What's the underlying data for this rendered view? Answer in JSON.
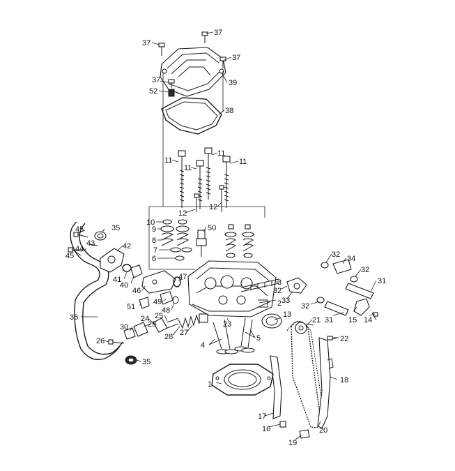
{
  "diagram": {
    "callouts": [
      {
        "id": "c37a",
        "text": "37"
      },
      {
        "id": "c37b",
        "text": "37"
      },
      {
        "id": "c37c",
        "text": "37"
      },
      {
        "id": "c37d",
        "text": "37"
      },
      {
        "id": "c39",
        "text": "39"
      },
      {
        "id": "c52",
        "text": "52"
      },
      {
        "id": "c38",
        "text": "38"
      },
      {
        "id": "c11a",
        "text": "11"
      },
      {
        "id": "c11b",
        "text": "11"
      },
      {
        "id": "c11c",
        "text": "11"
      },
      {
        "id": "c11d",
        "text": "11"
      },
      {
        "id": "c12a",
        "text": "12"
      },
      {
        "id": "c12b",
        "text": "12"
      },
      {
        "id": "c10",
        "text": "10"
      },
      {
        "id": "c9",
        "text": "9"
      },
      {
        "id": "c8",
        "text": "8"
      },
      {
        "id": "c7",
        "text": "7"
      },
      {
        "id": "c6",
        "text": "6"
      },
      {
        "id": "c50",
        "text": "50"
      },
      {
        "id": "c45a",
        "text": "45"
      },
      {
        "id": "c45b",
        "text": "45"
      },
      {
        "id": "c35a",
        "text": "35"
      },
      {
        "id": "c43",
        "text": "43"
      },
      {
        "id": "c44",
        "text": "44"
      },
      {
        "id": "c42",
        "text": "42"
      },
      {
        "id": "c41",
        "text": "41"
      },
      {
        "id": "c40",
        "text": "40"
      },
      {
        "id": "c46",
        "text": "46"
      },
      {
        "id": "c47",
        "text": "47"
      },
      {
        "id": "c51",
        "text": "51"
      },
      {
        "id": "c49",
        "text": "49"
      },
      {
        "id": "c48",
        "text": "48"
      },
      {
        "id": "c36",
        "text": "36"
      },
      {
        "id": "c24",
        "text": "24"
      },
      {
        "id": "c25",
        "text": "25"
      },
      {
        "id": "c29",
        "text": "29"
      },
      {
        "id": "c30",
        "text": "30"
      },
      {
        "id": "c28",
        "text": "28"
      },
      {
        "id": "c27",
        "text": "27"
      },
      {
        "id": "c26",
        "text": "26"
      },
      {
        "id": "c35b",
        "text": "35"
      },
      {
        "id": "c32a",
        "text": "32"
      },
      {
        "id": "c34",
        "text": "34"
      },
      {
        "id": "c32b",
        "text": "32"
      },
      {
        "id": "c31a",
        "text": "31"
      },
      {
        "id": "c3",
        "text": "3"
      },
      {
        "id": "c32c",
        "text": "32"
      },
      {
        "id": "c33",
        "text": "33"
      },
      {
        "id": "c32d",
        "text": "32"
      },
      {
        "id": "c2",
        "text": "2"
      },
      {
        "id": "c31b",
        "text": "31"
      },
      {
        "id": "c15",
        "text": "15"
      },
      {
        "id": "c14",
        "text": "14"
      },
      {
        "id": "c13",
        "text": "13"
      },
      {
        "id": "c21",
        "text": "21"
      },
      {
        "id": "c22",
        "text": "22"
      },
      {
        "id": "c23",
        "text": "23"
      },
      {
        "id": "c4",
        "text": "4"
      },
      {
        "id": "c5",
        "text": "5"
      },
      {
        "id": "c18",
        "text": "18"
      },
      {
        "id": "c1",
        "text": "1"
      },
      {
        "id": "c17",
        "text": "17"
      },
      {
        "id": "c16",
        "text": "16"
      },
      {
        "id": "c19",
        "text": "19"
      },
      {
        "id": "c20",
        "text": "20"
      }
    ]
  }
}
